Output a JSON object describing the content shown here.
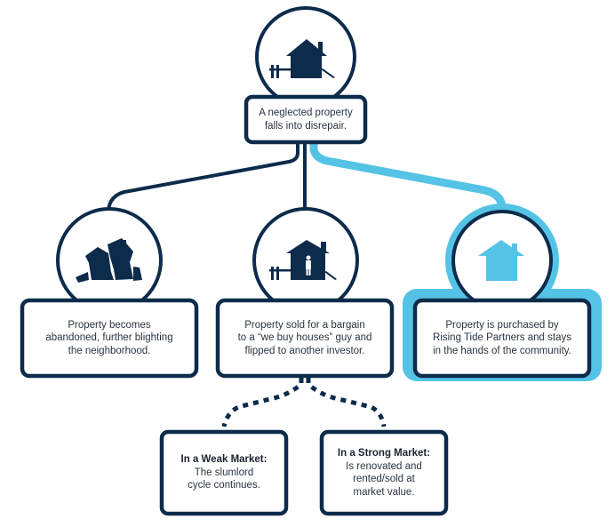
{
  "colors": {
    "navy": "#0d2b4b",
    "accent_blue": "#55c3e6",
    "background": "#ffffff"
  },
  "nodes": {
    "root": {
      "icon": "house-with-fence-icon",
      "lines": [
        "A neglected property",
        "falls into disrepair."
      ]
    },
    "abandoned": {
      "icon": "broken-house-icon",
      "lines": [
        "Property becomes",
        "abandoned, further blighting",
        "the neighborhood."
      ]
    },
    "flipped": {
      "icon": "house-with-person-icon",
      "lines": [
        "Property sold for a bargain",
        "to a “we buy houses” guy and",
        "flipped to another investor."
      ]
    },
    "community": {
      "icon": "house-icon",
      "highlighted": true,
      "lines": [
        "Property is purchased by",
        "Rising Tide Partners and stays",
        "in the hands of the community."
      ]
    },
    "weak_market": {
      "heading": "In a Weak Market:",
      "lines": [
        "The slumlord",
        "cycle continues."
      ]
    },
    "strong_market": {
      "heading": "In a Strong Market:",
      "lines": [
        "Is renovated and",
        "rented/sold at",
        "market value."
      ]
    }
  }
}
